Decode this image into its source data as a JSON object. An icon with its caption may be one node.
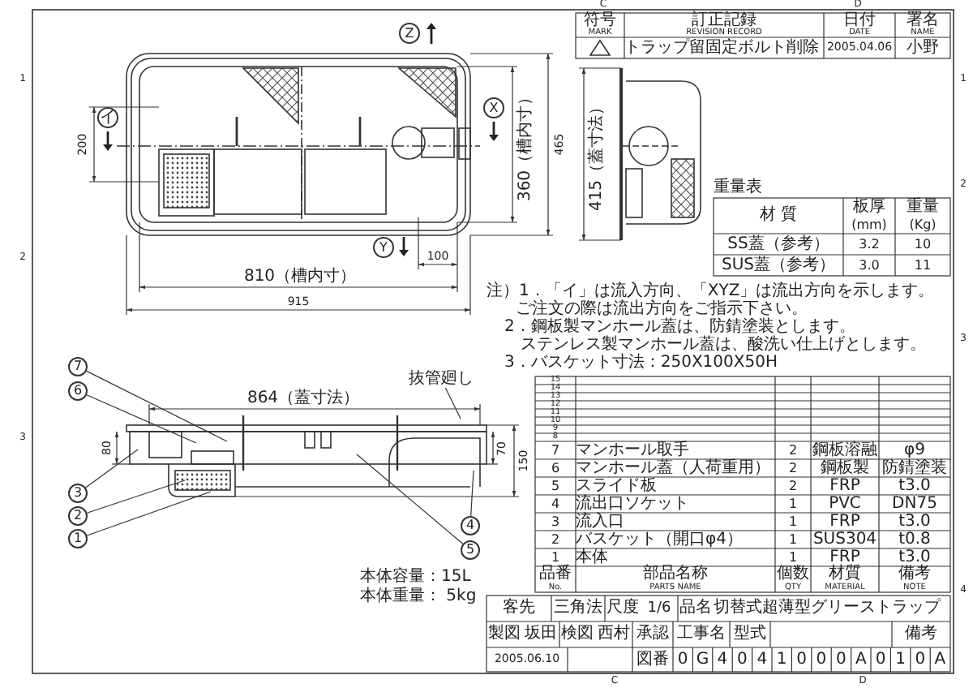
{
  "diagram": {
    "nodes": [
      {
        "text": [
          "Z"
        ]
      },
      {
        "text": [
          "イ"
        ]
      },
      {
        "text": [
          "X"
        ]
      },
      {
        "text": [
          "Y"
        ]
      },
      {
        "text": [
          "7"
        ]
      },
      {
        "text": [
          "6"
        ]
      },
      {
        "text": [
          "3"
        ]
      },
      {
        "text": [
          "2"
        ]
      },
      {
        "text": [
          "1"
        ]
      },
      {
        "text": [
          "抜管廻し"
        ]
      },
      {
        "text": [
          "4"
        ]
      },
      {
        "text": [
          "5"
        ]
      },
      {
        "text": [],
        "shape": "picture"
      }
    ],
    "edges": [
      {
        "from": 4,
        "to": 12,
        "arrow": "none"
      },
      {
        "from": 5,
        "to": 12,
        "arrow": "none"
      },
      {
        "from": 6,
        "to": 12,
        "arrow": "none"
      },
      {
        "from": 7,
        "to": 12,
        "arrow": "none"
      },
      {
        "from": 8,
        "to": 12,
        "arrow": "none"
      },
      {
        "from": 9,
        "to": 12,
        "arrow": "none"
      },
      {
        "from": 10,
        "to": 12,
        "arrow": "none"
      },
      {
        "from": 11,
        "to": 12,
        "arrow": "none"
      }
    ],
    "labels": [
      "C",
      "D",
      "1",
      "2",
      "3",
      "4",
      "1",
      "2",
      "3",
      "C",
      "D",
      "符号",
      "MARK",
      "訂正記録",
      "REVISION RECORD",
      "日付",
      "DATE",
      "署名",
      "NAME",
      "トラップ留固定ボルト削除",
      "2005.04.06",
      "小野",
      "200",
      "360（槽内寸）",
      "465",
      "415（蓋寸法）",
      "100",
      "810（槽内寸）",
      "915",
      "重量表",
      "材 質",
      "板厚",
      "(mm)",
      "重量",
      "(Kg)",
      "SS蓋（参考）",
      "3.2",
      "10",
      "SUS蓋（参考）",
      "3.0",
      "11",
      "注）1．「イ」は流入方向、「XYZ」は流出方向を示します。",
      "ご注文の際は流出方向をご指示下さい。",
      "2．鋼板製マンホール蓋は、防錆塗装とします。",
      "ステンレス製マンホール蓋は、酸洗い仕上げとします。",
      "3．バスケット寸法：250X100X50H",
      "864（蓋寸法）",
      "80",
      "70",
      "150",
      "本体容量：15L",
      "本体重量： 5kg",
      "15",
      "14",
      "13",
      "12",
      "11",
      "10",
      "9",
      "8",
      "7",
      "マンホール取手",
      "2",
      "鋼板溶融",
      "φ9",
      "6",
      "マンホール蓋（人荷重用）",
      "2",
      "鋼板製",
      "防錆塗装",
      "5",
      "スライド板",
      "2",
      "FRP",
      "t3.0",
      "4",
      "流出口ソケット",
      "1",
      "PVC",
      "DN75",
      "3",
      "流入口",
      "1",
      "FRP",
      "t3.0",
      "2",
      "バスケット（開口φ4）",
      "1",
      "SUS304",
      "t0.8",
      "1",
      "本体",
      "1",
      "FRP",
      "t3.0",
      "品番",
      "No.",
      "部品名称",
      "PARTS NAME",
      "個数",
      "QTY",
      "材質",
      "MATERIAL",
      "備考",
      "NOTE",
      "客先",
      "三角法",
      "尺度",
      "1/6",
      "品名",
      "切替式超薄型グリーストラップ",
      "製図",
      "坂田",
      "検図",
      "西村",
      "承認",
      "工事名",
      "型式",
      "備考",
      "2005.06.10",
      "図番",
      "0",
      "G",
      "4",
      "0",
      "4",
      "1",
      "0",
      "0",
      "0",
      "A",
      "0",
      "1",
      "0",
      "A"
    ]
  }
}
